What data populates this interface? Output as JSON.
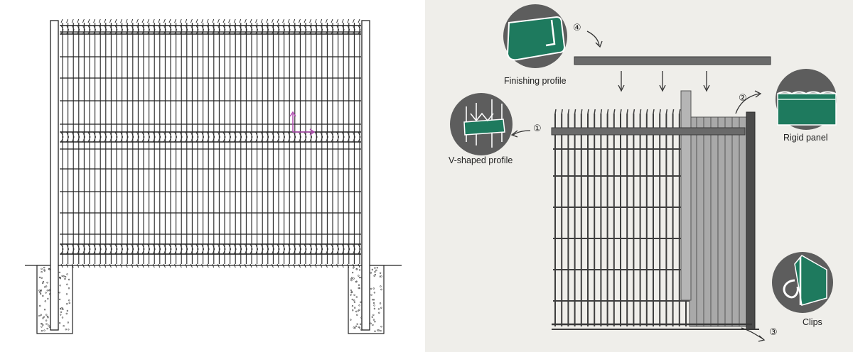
{
  "left_drawing": {
    "name": "fence-elevation-drawing"
  },
  "right_diagram": {
    "callouts": [
      {
        "id": "finishing",
        "number": "④",
        "label": "Finishing profile",
        "icon": "finishing-profile-detail-icon"
      },
      {
        "id": "vshaped",
        "number": "①",
        "label": "V-shaped profile",
        "icon": "v-shaped-profile-detail-icon"
      },
      {
        "id": "rigid",
        "number": "②",
        "label": "Rigid panel",
        "icon": "rigid-panel-detail-icon"
      },
      {
        "id": "clips",
        "number": "③",
        "label": "Clips",
        "icon": "clips-detail-icon"
      }
    ],
    "colors": {
      "background": "#efeeea",
      "frame": "#555555",
      "accent_green": "#1e7a5e",
      "circle": "#5d5d5d"
    }
  }
}
